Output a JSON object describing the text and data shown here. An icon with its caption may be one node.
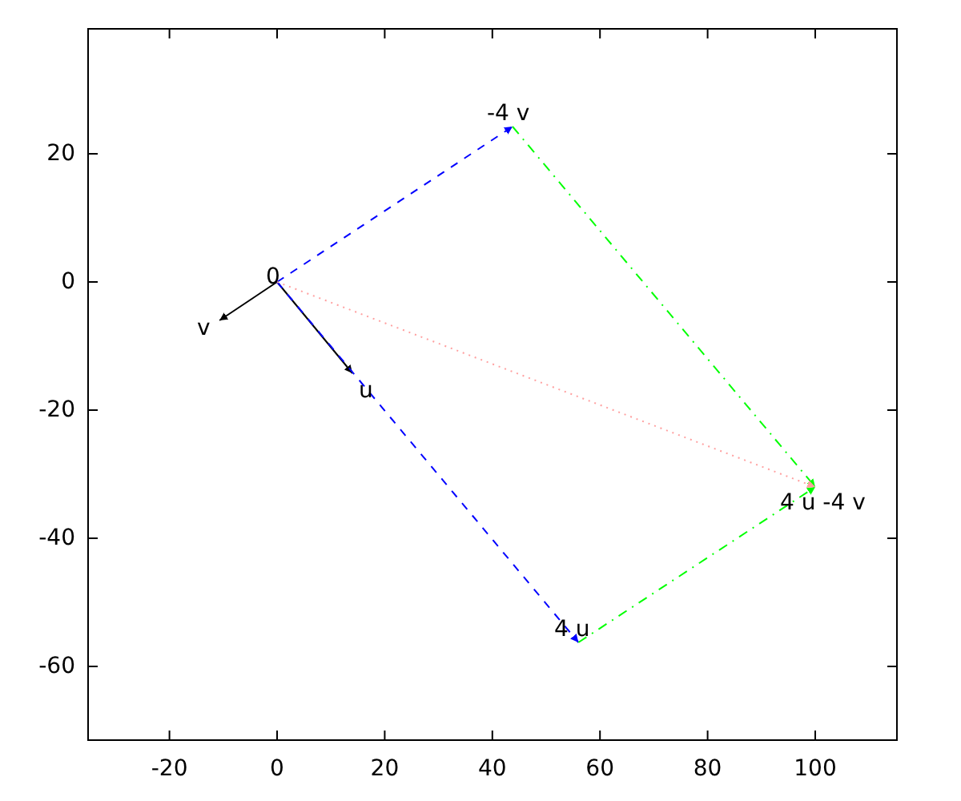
{
  "diagram": {
    "nodes": [
      {
        "text": [
          "0"
        ]
      },
      {
        "text": [
          "v"
        ]
      },
      {
        "text": [
          "u"
        ]
      },
      {
        "text": [
          "-4 v"
        ]
      },
      {
        "text": [
          "4 u"
        ]
      },
      {
        "text": [
          "4 u -4 v"
        ]
      }
    ],
    "edges": [
      {
        "from": 0,
        "to": 1,
        "arrow": "to"
      },
      {
        "from": 0,
        "to": 2,
        "arrow": "to"
      },
      {
        "from": 0,
        "to": 3,
        "arrow": "to",
        "style": "dashed",
        "color": "#0000ff"
      },
      {
        "from": 0,
        "to": 4,
        "arrow": "to",
        "style": "dashed",
        "color": "#0000ff"
      },
      {
        "from": 3,
        "to": 5,
        "arrow": "to",
        "style": "dashed",
        "color": "#00ff00"
      },
      {
        "from": 4,
        "to": 5,
        "arrow": "to",
        "style": "dashed",
        "color": "#00ff00"
      },
      {
        "from": 0,
        "to": 5,
        "arrow": "to",
        "style": "dashed",
        "color": "#ffa0a0"
      }
    ],
    "labels": [
      "20",
      "0",
      "-20",
      "-40",
      "-60",
      "-20",
      "0",
      "20",
      "40",
      "60",
      "80",
      "100"
    ]
  }
}
